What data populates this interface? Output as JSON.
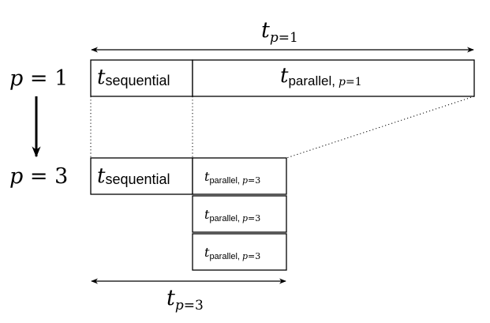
{
  "labels": {
    "t_total_p1": {
      "base": "t",
      "sub_var": "p",
      "sub_eq": "=1"
    },
    "t_total_p3": {
      "base": "t",
      "sub_var": "p",
      "sub_eq": "=3"
    },
    "p1": {
      "var": "p",
      "eq": " = 1"
    },
    "p3": {
      "var": "p",
      "eq": " = 3"
    },
    "seq": {
      "base": "t",
      "sub": "sequential"
    },
    "par_p1": {
      "base": "t",
      "sub": "parallel,",
      "sub_var": "p",
      "sub_eq": "=1"
    },
    "par_p3": {
      "base": "t",
      "sub": "parallel,",
      "sub_var": "p",
      "sub_eq": "=3"
    }
  },
  "parallel_block_count_p3": 3
}
